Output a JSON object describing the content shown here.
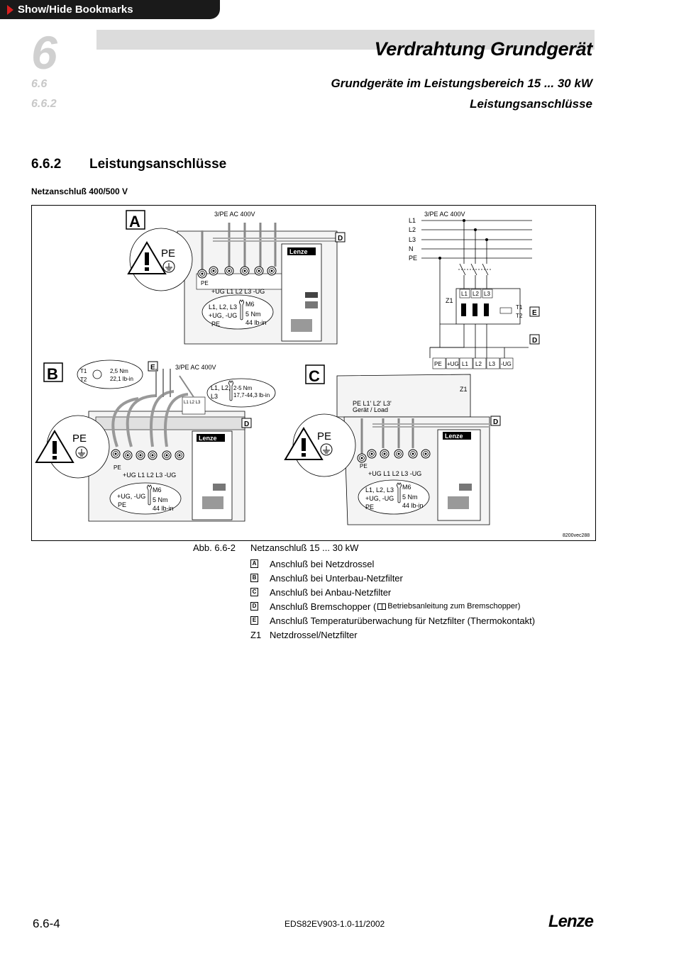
{
  "bookmarks_button": "Show/Hide Bookmarks",
  "header": {
    "chapter": "6",
    "section": "6.6",
    "subsection": "6.6.2",
    "title": "Verdrahtung Grundgerät",
    "subtitle1": "Grundgeräte im Leistungsbereich 15 ... 30 kW",
    "subtitle2": "Leistungsanschlüsse"
  },
  "section": {
    "number": "6.6.2",
    "title": "Leistungsanschlüsse"
  },
  "net_label": "Netzanschluß 400/500 V",
  "figure": {
    "ac_label": "3/PE AC 400V",
    "A": "A",
    "B": "B",
    "C": "C",
    "D": "D",
    "E": "E",
    "pe": "PE",
    "lenze": "Lenze",
    "terminals": "+UG  L1     L2   L3  -UG",
    "torque_lines": [
      "L1, L2, L3",
      "+UG, -UG",
      "PE"
    ],
    "torque_lines_b": [
      "+UG, -UG",
      "PE"
    ],
    "m6": "M6",
    "nm": "5 Nm",
    "lbin": "44 lb-in",
    "rails": [
      "L1",
      "L2",
      "L3",
      "N",
      "PE"
    ],
    "z1": "Z1",
    "filter_terms": [
      "L1",
      "L2",
      "L3"
    ],
    "t1": "T1",
    "t2": "T2",
    "bus_terms": [
      "PE",
      "+UG",
      "L1",
      "L2",
      "L3",
      "-UG"
    ],
    "tt_nm": "2,5 Nm",
    "tt_lbin": "22,1 lb-in",
    "b_l123": "L1 L2 L3",
    "b_torque1": "L1, L2,",
    "b_torque2": "L3",
    "b_nm": "2-5 Nm",
    "b_lbin": "17,7-44,3 lb-in",
    "c_load1": "PE     L1'   L2'   L3'",
    "c_load2": "Gerät / Load",
    "fig_code": "8200vec288"
  },
  "caption": {
    "abb": "Abb. 6.6-2",
    "text": "Netzanschluß 15 ... 30 kW"
  },
  "legend": [
    {
      "key": "A",
      "boxed": true,
      "text": "Anschluß bei Netzdrossel"
    },
    {
      "key": "B",
      "boxed": true,
      "text": "Anschluß bei Unterbau-Netzfilter"
    },
    {
      "key": "C",
      "boxed": true,
      "text": "Anschluß bei Anbau-Netzfilter"
    },
    {
      "key": "D",
      "boxed": true,
      "text": "Anschluß Bremschopper (",
      "ref": "Betriebsanleitung zum Bremschopper)"
    },
    {
      "key": "E",
      "boxed": true,
      "text": "Anschluß Temperaturüberwachung für Netzfilter (Thermokontakt)"
    },
    {
      "key": "Z1",
      "boxed": false,
      "text": "Netzdrossel/Netzfilter"
    }
  ],
  "footer": {
    "page": "6.6-4",
    "doc": "EDS82EV903-1.0-11/2002",
    "logo": "Lenze"
  }
}
